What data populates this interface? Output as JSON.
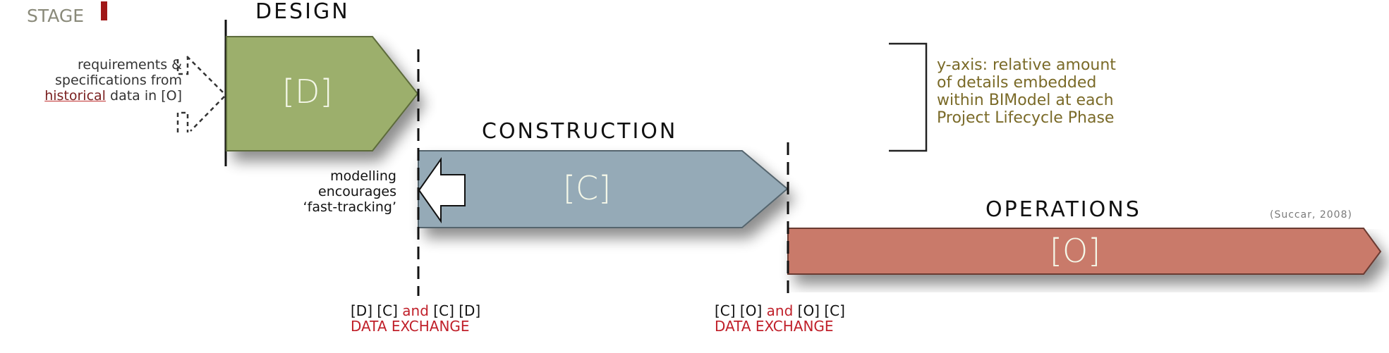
{
  "diagram": {
    "stage_label": "STAGE",
    "colors": {
      "design": "#9caf6c",
      "construction": "#95aab7",
      "operations": "#c97a6a",
      "stage_bar": "#a01818",
      "axis_note": "#7a6a28",
      "exchange_red": "#c0202a"
    },
    "phases": [
      {
        "id": "design",
        "title": "DESIGN",
        "box_label": "[D]"
      },
      {
        "id": "construction",
        "title": "CONSTRUCTION",
        "box_label": "[C]"
      },
      {
        "id": "operations",
        "title": "OPERATIONS",
        "box_label": "[O]"
      }
    ],
    "requirements_note": {
      "line1": "requirements &",
      "line2": "specifications from",
      "highlight": "historical",
      "line3_rest": " data in [O]"
    },
    "fast_tracking_note": {
      "line1": "modelling",
      "line2": "encourages",
      "line3": "‘fast-tracking’"
    },
    "y_axis_note": {
      "line1": "y-axis: relative amount",
      "line2": "of details embedded",
      "line3": "within BIModel at each",
      "line4": "Project Lifecycle Phase"
    },
    "citation": "(Succar, 2008)",
    "exchanges": [
      {
        "left": "[D] [C]",
        "and": "and",
        "right": "[C] [D]",
        "label": "DATA EXCHANGE"
      },
      {
        "left": "[C] [O]",
        "and": "and",
        "right": "[O] [C]",
        "label": "DATA EXCHANGE"
      }
    ]
  }
}
